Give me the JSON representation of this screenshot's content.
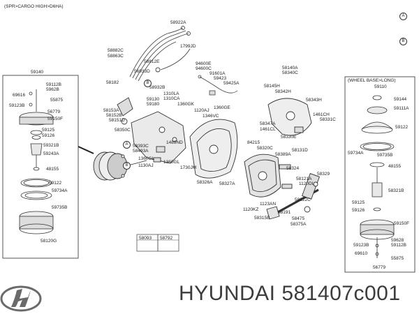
{
  "header": {
    "variant": "(SPR>CARGO HIGH>D6HA)"
  },
  "footer": {
    "brand_text": "HYUNDAI 581407c001"
  },
  "callouts": {
    "a": "A",
    "b": "B"
  },
  "left_box": {
    "title": "59140",
    "labels": [
      "59112B",
      "5962B",
      "69616",
      "55875",
      "59123B",
      "56779",
      "59150F",
      "59125",
      "59126",
      "59321B",
      "59243A",
      "48155",
      "59122",
      "59734A",
      "59735B",
      "58120G"
    ]
  },
  "right_box": {
    "header": "(WHEEL BASE>LONG)",
    "title": "59110",
    "labels": [
      "59144",
      "59111A",
      "59122",
      "59734A",
      "59735B",
      "48155",
      "58321B",
      "59125",
      "59126",
      "59150F",
      "59628",
      "59112B",
      "59123B",
      "69610",
      "55875",
      "56779"
    ]
  },
  "center_labels": [
    "58922A",
    "58882C",
    "58863C",
    "1799JD",
    "58812E",
    "56933D",
    "58932B",
    "58182",
    "94600E",
    "94600C",
    "91601A",
    "59423",
    "59425A",
    "1360GE",
    "58153A",
    "58152B",
    "58151D",
    "59130",
    "59180",
    "1310LA",
    "1310CA",
    "1360GK",
    "58350C",
    "1120AJ",
    "1346VC",
    "58393C",
    "58493A",
    "1489ND",
    "1360GL",
    "1130AJ",
    "1360GL",
    "1730JM",
    "58326A",
    "58327A",
    "84215",
    "58320C",
    "58131D",
    "58389A",
    "58324",
    "58329",
    "58121A",
    "1120DL",
    "58122C",
    "1123AN",
    "1120KZ",
    "58191",
    "58315B",
    "58475",
    "58375A",
    "58140A",
    "58340C",
    "58145H",
    "58342H",
    "58343H",
    "1461CH",
    "58331C",
    "58347A",
    "1461CL",
    "58330E",
    "58093",
    "58792"
  ]
}
